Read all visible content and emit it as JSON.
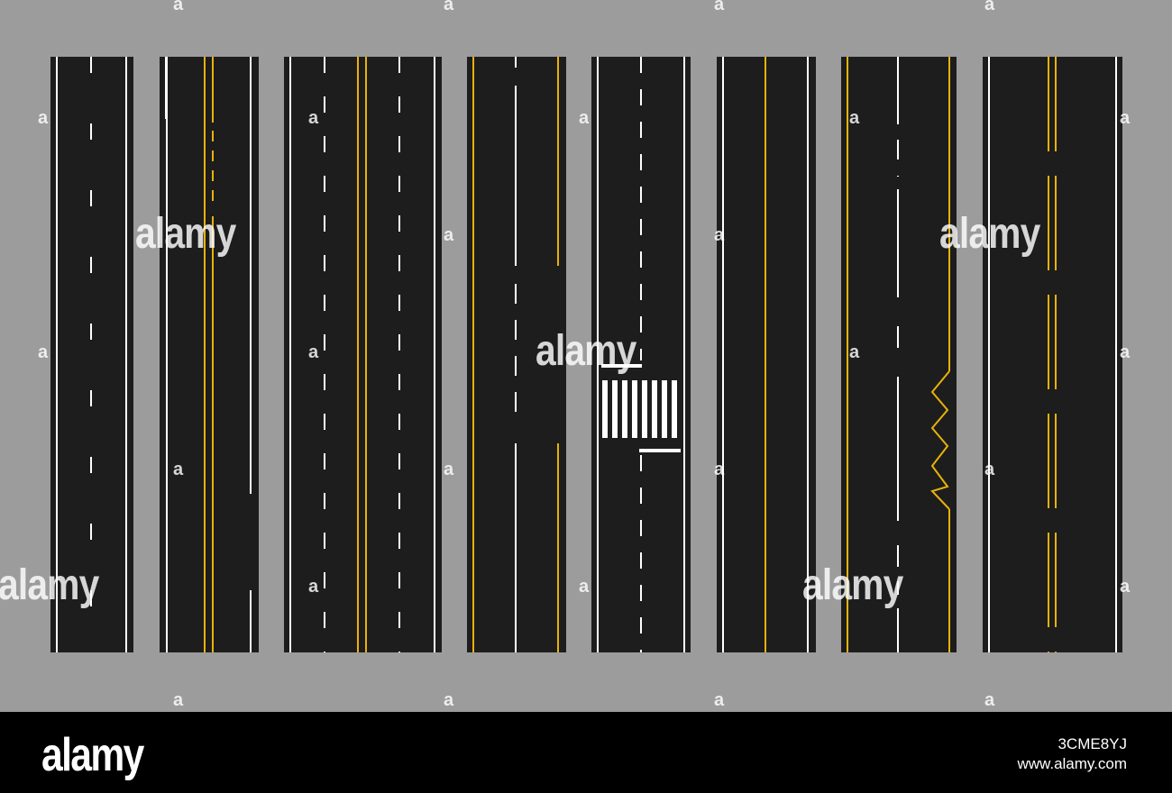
{
  "image": {
    "subject": "Set of asphalt road segments with lane markings, top view",
    "background_color": "#9c9c9c",
    "asphalt_color": "#1d1d1d",
    "white_marking_color": "#ffffff",
    "yellow_marking_color": "#e8b20a"
  },
  "road_segments": [
    {
      "id": 1,
      "markings": "white edge lines, white dashed center line"
    },
    {
      "id": 2,
      "markings": "white edge lines, double yellow center with dashed passing zones, white lane lines"
    },
    {
      "id": 3,
      "markings": "four lanes, white dashed lane lines, double solid yellow center"
    },
    {
      "id": 4,
      "markings": "yellow edge lines, white dashed/solid center line"
    },
    {
      "id": 5,
      "markings": "white dashed center line with pedestrian zebra crossing and stop lines"
    },
    {
      "id": 6,
      "markings": "white edge lines, solid yellow center line"
    },
    {
      "id": 7,
      "markings": "yellow edge lines, white dashed center, yellow zigzag marking"
    },
    {
      "id": 8,
      "markings": "white edge lines, dashed double yellow center line"
    }
  ],
  "watermark": {
    "text": "alamy",
    "small_mark": "a"
  },
  "footer": {
    "logo": "alamy",
    "image_id": "3CME8YJ",
    "url": "www.alamy.com"
  }
}
